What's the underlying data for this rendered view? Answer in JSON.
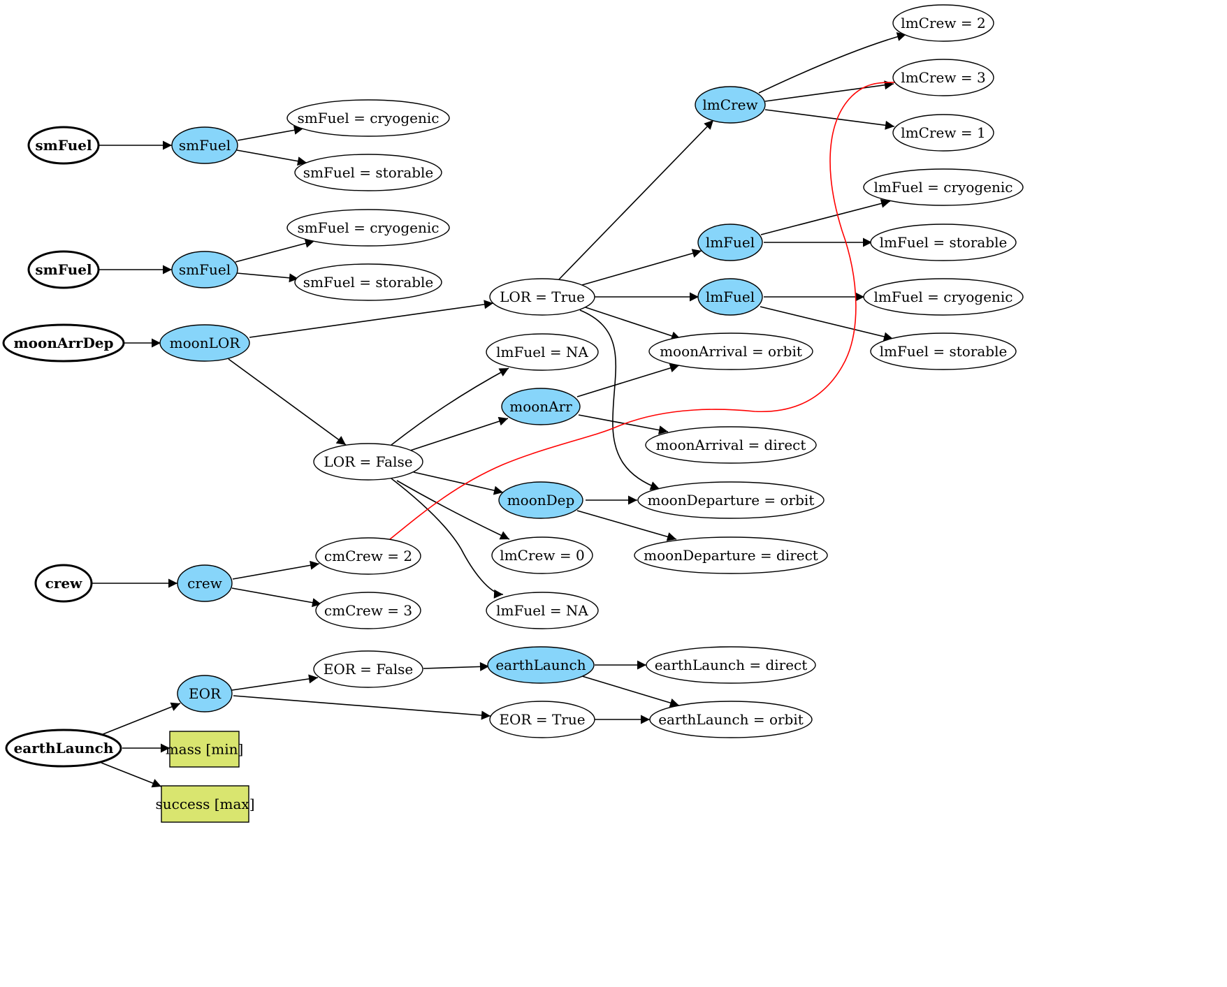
{
  "colors": {
    "variable_fill": "#87d5fa",
    "objective_fill": "#d9e56f",
    "edge": "#000000",
    "constraint_edge": "#ff0000",
    "background": "#ffffff"
  },
  "nodes": {
    "root_smfuel_1": "smFuel",
    "root_smfuel_2": "smFuel",
    "root_moonarrdep": "moonArrDep",
    "root_crew": "crew",
    "root_earthlaunch": "earthLaunch",
    "var_smfuel_1": "smFuel",
    "var_smfuel_2": "smFuel",
    "var_moonlor": "moonLOR",
    "var_crew": "crew",
    "var_eor": "EOR",
    "var_lmcrew": "lmCrew",
    "var_lmfuel_1": "lmFuel",
    "var_lmfuel_2": "lmFuel",
    "var_moonarr": "moonArr",
    "var_moondep": "moonDep",
    "var_earthlaunch": "earthLaunch",
    "val_smfuel_cryo_1": "smFuel = cryogenic",
    "val_smfuel_stor_1": "smFuel = storable",
    "val_smfuel_cryo_2": "smFuel = cryogenic",
    "val_smfuel_stor_2": "smFuel = storable",
    "val_lor_true": "LOR = True",
    "val_lor_false": "LOR = False",
    "val_lmfuel_na_1": "lmFuel = NA",
    "val_lmfuel_na_2": "lmFuel = NA",
    "val_cmcrew_2": "cmCrew = 2",
    "val_cmcrew_3": "cmCrew = 3",
    "val_eor_false": "EOR = False",
    "val_eor_true": "EOR = True",
    "val_lmcrew_2": "lmCrew = 2",
    "val_lmcrew_3": "lmCrew = 3",
    "val_lmcrew_1": "lmCrew = 1",
    "val_lmcrew_0": "lmCrew = 0",
    "val_lmfuel_cryo_1": "lmFuel = cryogenic",
    "val_lmfuel_stor_1": "lmFuel = storable",
    "val_lmfuel_cryo_2": "lmFuel = cryogenic",
    "val_lmfuel_stor_2": "lmFuel = storable",
    "val_moonarrival_orbit": "moonArrival = orbit",
    "val_moonarrival_direct": "moonArrival = direct",
    "val_moondeparture_orbit": "moonDeparture = orbit",
    "val_moondeparture_direct": "moonDeparture = direct",
    "val_earthlaunch_direct": "earthLaunch = direct",
    "val_earthlaunch_orbit": "earthLaunch = orbit",
    "obj_mass": "mass [min]",
    "obj_success": "success [max]"
  }
}
